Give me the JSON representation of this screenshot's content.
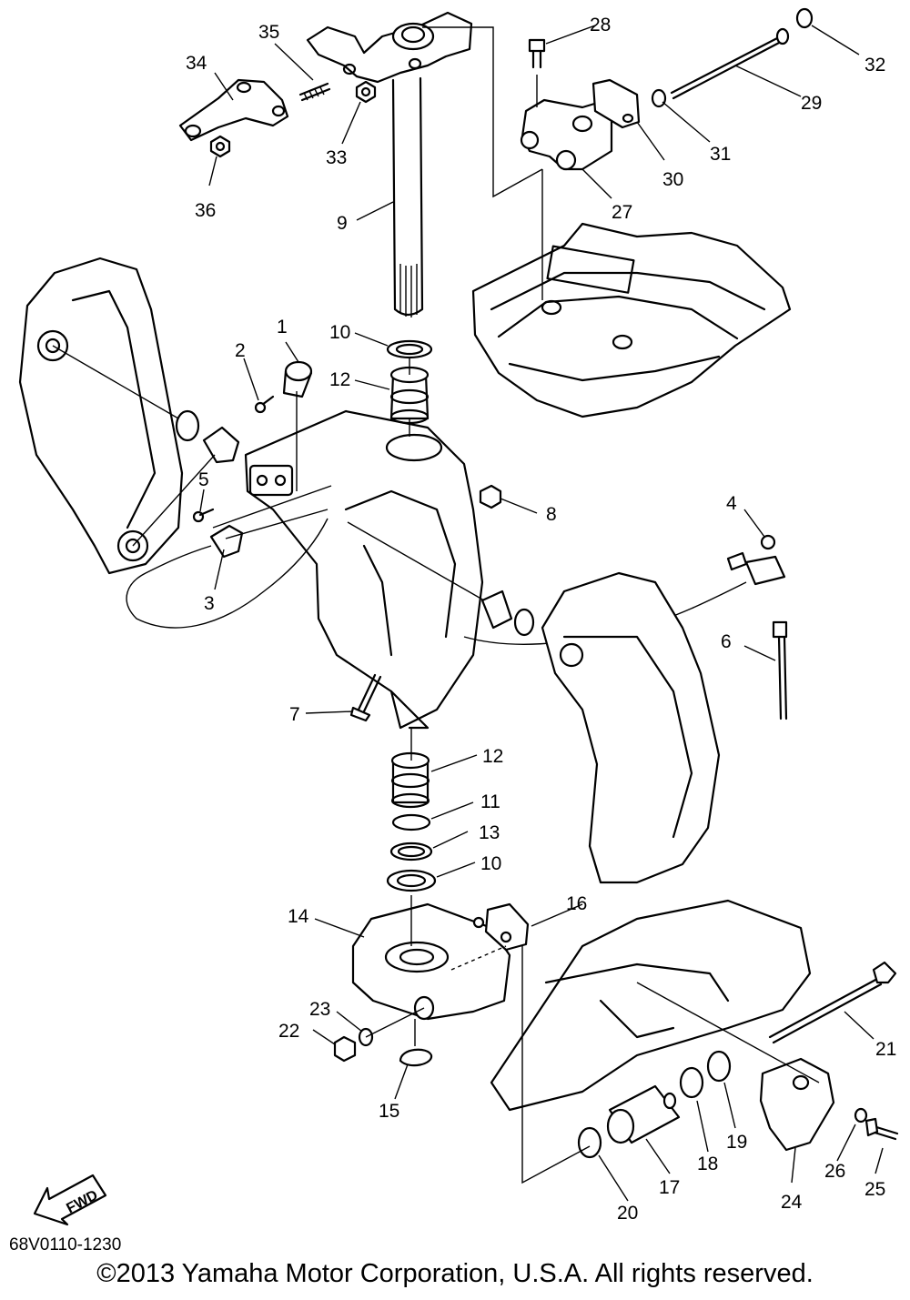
{
  "diagram": {
    "code": "68V0110-1230",
    "copyright": "©2013 Yamaha Motor Corporation, U.S.A. All rights reserved.",
    "fwd_label": "FWD"
  },
  "callouts": [
    "1",
    "2",
    "3",
    "4",
    "5",
    "6",
    "7",
    "8",
    "9",
    "10",
    "10",
    "11",
    "12",
    "12",
    "13",
    "14",
    "15",
    "16",
    "17",
    "18",
    "19",
    "20",
    "21",
    "22",
    "23",
    "24",
    "25",
    "26",
    "27",
    "28",
    "29",
    "30",
    "31",
    "32",
    "33",
    "34",
    "35",
    "36"
  ]
}
